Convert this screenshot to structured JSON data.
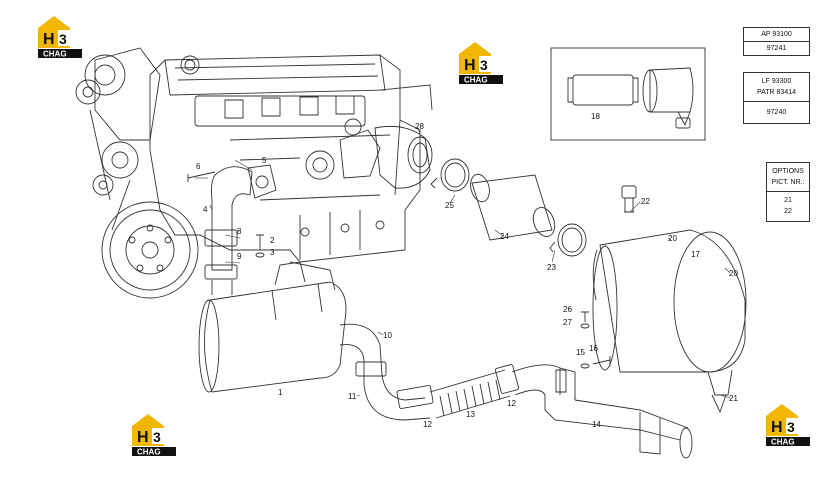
{
  "logo": {
    "text": "CHAG",
    "colors": {
      "yellow": "#f2b705",
      "black": "#111111"
    }
  },
  "ref_box_1": {
    "code": "AP 93100",
    "number": "97241"
  },
  "ref_box_2": {
    "code1": "LF 93300",
    "code2": "PATR 83414",
    "number": "97240"
  },
  "options_box": {
    "title1": "OPTIONS",
    "title2": "PICT. NR.:",
    "values": [
      "21",
      "22"
    ]
  },
  "callouts": [
    "1",
    "2",
    "3",
    "4",
    "5",
    "6",
    "8",
    "9",
    "10",
    "11",
    "12",
    "12",
    "13",
    "14",
    "15",
    "16",
    "17",
    "18",
    "20",
    "20",
    "21",
    "22",
    "23",
    "24",
    "25",
    "26",
    "27",
    "28"
  ]
}
